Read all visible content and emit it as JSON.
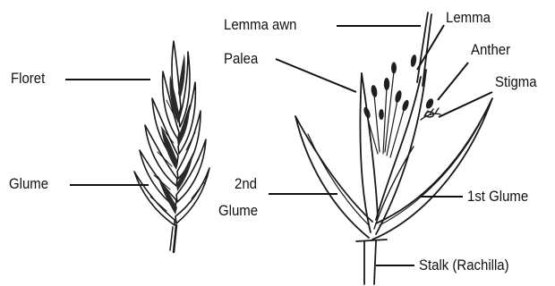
{
  "left_labels": {
    "floret": "Floret",
    "glume": "Glume"
  },
  "right_labels": {
    "lemma_awn": "Lemma awn",
    "lemma": "Lemma",
    "palea": "Palea",
    "anther": "Anther",
    "stigma": "Stigma",
    "second_glume_line1": "2nd",
    "second_glume_line2": "Glume",
    "first_glume": "1st Glume",
    "stalk": "Stalk (Rachilla)"
  },
  "colors": {
    "ink": "#1a1a1a",
    "background": "#ffffff"
  }
}
